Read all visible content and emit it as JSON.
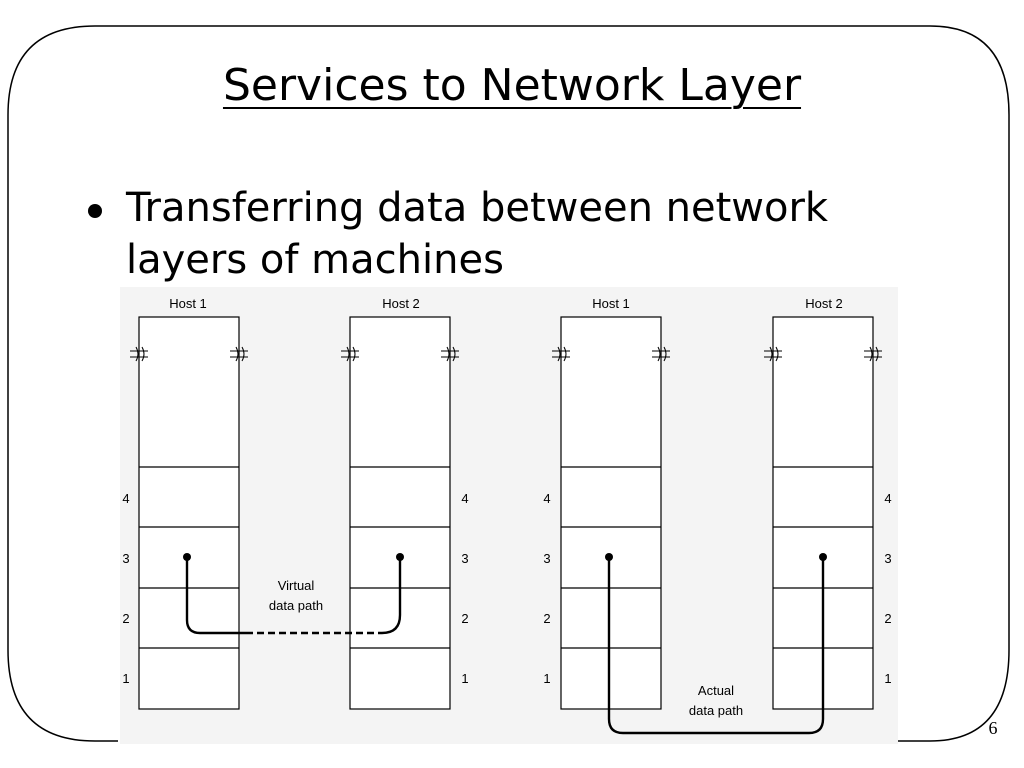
{
  "slide": {
    "title": "Services to Network Layer",
    "bullet": "Transferring data between network layers of machines",
    "page_number": "6"
  },
  "diagram": {
    "left_panel": {
      "host_labels": [
        "Host 1",
        "Host 2"
      ],
      "layer_labels": [
        "4",
        "3",
        "2",
        "1"
      ],
      "path_label_lines": [
        "Virtual",
        "data path"
      ]
    },
    "right_panel": {
      "host_labels": [
        "Host 1",
        "Host 2"
      ],
      "layer_labels": [
        "4",
        "3",
        "2",
        "1"
      ],
      "path_label_lines": [
        "Actual",
        "data path"
      ]
    }
  }
}
